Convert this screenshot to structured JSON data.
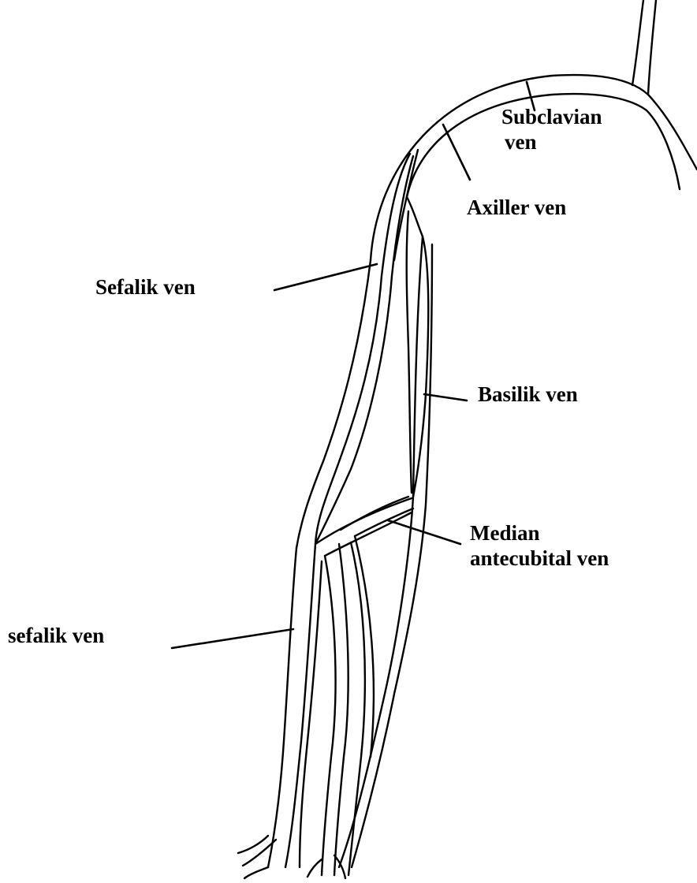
{
  "labels": {
    "subclavian_line1": "Subclavian",
    "subclavian_line2": "ven",
    "axiller": "Axiller ven",
    "sefalik_upper": "Sefalik ven",
    "basilik": "Basilik ven",
    "median_line1": "Median",
    "median_line2": "antecubital ven",
    "sefalik_lower": "sefalik ven"
  },
  "colors": {
    "line": "#000000",
    "background": "#ffffff"
  }
}
